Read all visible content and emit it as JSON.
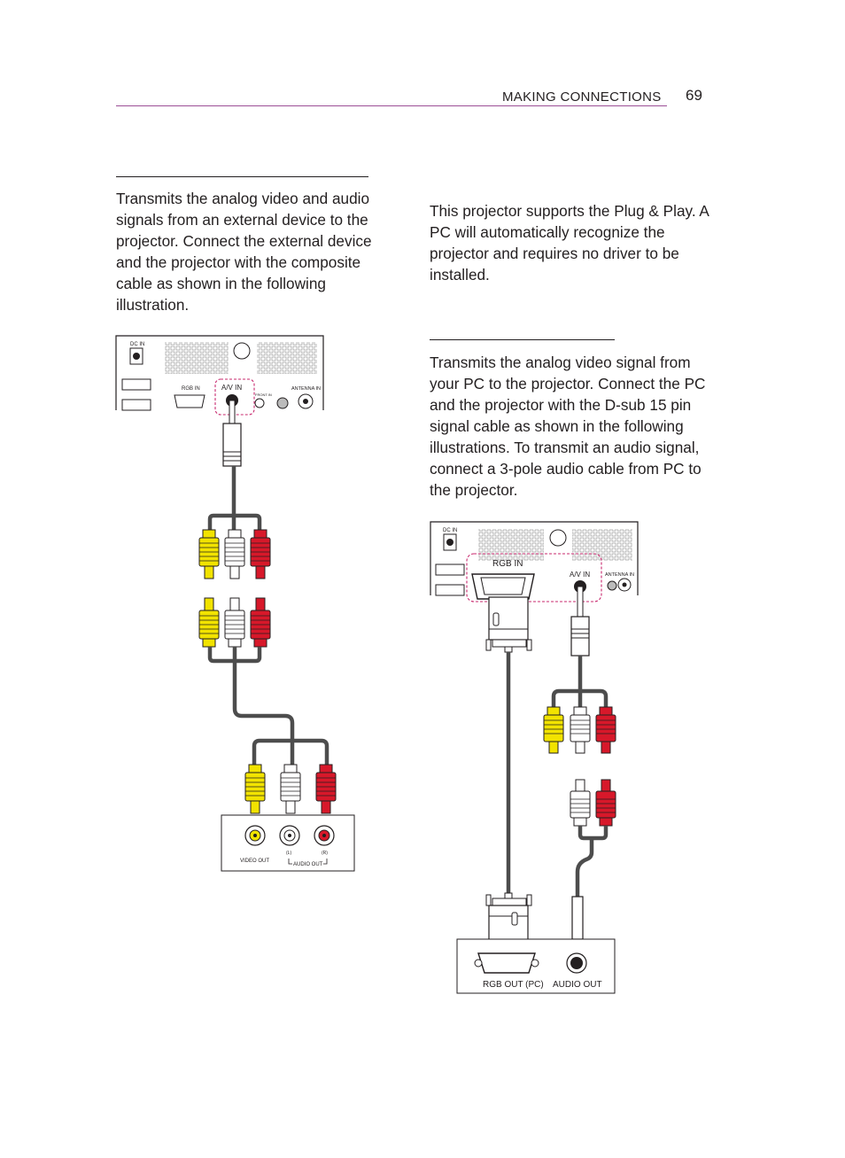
{
  "header": {
    "section_title": "MAKING CONNECTIONS",
    "page_number": "69"
  },
  "left": {
    "paragraph": "Transmits the analog video and audio signals from an external device to the projector. Connect the external device and the projector with the composite cable as shown in the following illustration.",
    "figure": {
      "projector_labels": {
        "dc_in": "DC IN",
        "rgb_in": "RGB IN",
        "av_in": "A/V IN",
        "front_in": "FRONT IN",
        "antenna_in": "ANTENNA IN"
      },
      "device_labels": {
        "video_out": "VIDEO OUT",
        "left": "(L)",
        "right": "(R)",
        "audio_out": "AUDIO OUT"
      }
    }
  },
  "right": {
    "paragraph1": "This projector supports the Plug & Play. A PC will automatically recognize the projector and requires no driver to be installed.",
    "paragraph2": "Transmits the analog video signal from your PC to the projector. Connect the PC and the projector with the D-sub 15 pin signal cable as shown in the following illustrations. To transmit an audio signal, connect a 3-pole audio cable from PC to the projector.",
    "figure": {
      "projector_labels": {
        "dc_in": "DC IN",
        "rgb_in": "RGB IN",
        "av_in": "A/V IN",
        "antenna_in": "ANTENNA IN"
      },
      "pc_labels": {
        "rgb_out": "RGB OUT (PC)",
        "audio_out": "AUDIO OUT"
      }
    }
  },
  "colors": {
    "accent_rule": "#9b4f96",
    "yellow_plug": "#f2e300",
    "red_plug": "#d7182a",
    "white_plug": "#ffffff",
    "cable": "#4d4d4d",
    "dashed_highlight": "#c8286e"
  }
}
